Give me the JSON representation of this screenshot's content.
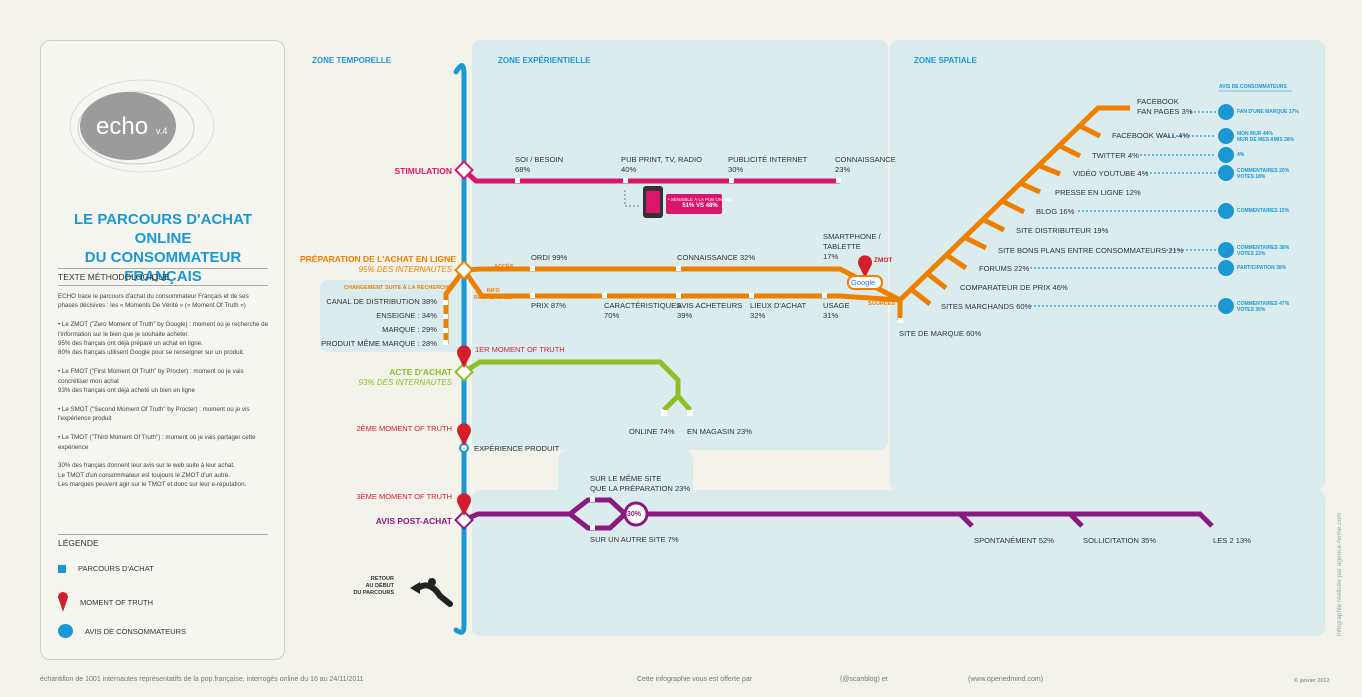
{
  "logo": {
    "text": "echo",
    "version": "v.4"
  },
  "title": {
    "line1": "LE PARCOURS D'ACHAT ONLINE",
    "line2": "DU CONSOMMATEUR FRANÇAIS"
  },
  "sidebar": {
    "method_heading": "TEXTE MÉTHODOLOGIQUE",
    "method_text": "ECHO trace le parcours d'achat du consommateur Français et de ses phases décisives : les « Moments De Vérité » (« Moment Of Truth »)\n\n• Le ZMOT (\"Zero Moment of Truth\" by Google) : moment où je recherche de l'information sur le bien que je souhaite acheter.\n95% des français ont déjà préparé un achat en ligne.\n80% des français utilisent Google pour se renseigner sur un produit.\n\n• Le FMOT (\"First Moment Of Truth\" by Procter) : moment où je vais concrétiser mon achat\n93% des français ont déjà acheté un bien en ligne\n\n• Le SMOT (\"Second Moment Of Truth\" by Procter) : moment où je vis l'expérience produit\n\n• Le TMOT (\"Third Moment Of Truth\") : moment où je vais partager cette expérience\n\n30% des français donnent leur avis sur le web suite à leur achat.\nLe TMOT d'un consommateur est toujours le ZMOT d'un autre.\nLes marques peuvent agir sur le TMOT et donc sur leur e-réputation.",
    "legend_heading": "LÉGENDE",
    "legend": [
      "PARCOURS D'ACHAT",
      "MOMENT OF TRUTH",
      "AVIS DE CONSOMMATEURS"
    ]
  },
  "zones": {
    "temporelle": "ZONE TEMPORELLE",
    "experientielle": "ZONE EXPÉRIENTIELLE",
    "spatiale": "ZONE SPATIALE"
  },
  "stimulation": {
    "label": "STIMULATION",
    "stops": [
      {
        "name": "SOI / BESOIN",
        "pct": "68%"
      },
      {
        "name": "PUB PRINT, TV, RADIO",
        "pct": "40%"
      },
      {
        "name": "PUBLICITÉ INTERNET",
        "pct": "30%"
      },
      {
        "name": "CONNAISSANCE",
        "pct": "23%"
      }
    ],
    "mobile_note1": "• SENSIBLE À LA PUB ONLINE",
    "mobile_note2": "51% VS 48%"
  },
  "preparation": {
    "label": "PRÉPARATION DE L'ACHAT EN LIGNE",
    "sub": "95% DES INTERNAUTES",
    "acces": "ACCÈS",
    "info": "INFO\nRECHERCHÉS",
    "changement": "CHANGEMENT SUITE À LA RECHERCHE",
    "sources": "SOURCES",
    "zmot": "ZMOT",
    "google": "Google",
    "top_stops": [
      {
        "name": "ORDI 99%"
      },
      {
        "name": "CONNAISSANCE 32%"
      },
      {
        "name": "SMARTPHONE /\nTABLETTE\n17%"
      }
    ],
    "bottom_stops": [
      {
        "name": "PRIX 87%"
      },
      {
        "name": "CARACTÉRISTIQUES\n70%"
      },
      {
        "name": "AVIS ACHETEURS\n39%"
      },
      {
        "name": "LIEUX D'ACHAT\n32%"
      },
      {
        "name": "USAGE\n31%"
      }
    ],
    "changes": [
      "CANAL DE DISTRIBUTION 38%",
      "ENSEIGNE : 34%",
      "MARQUE : 29%",
      "PRODUIT MÊME MARQUE : 28%"
    ]
  },
  "spatial_stops": [
    "FACEBOOK\nFAN PAGES 3%",
    "FACEBOOK WALL 4%",
    "TWITTER 4%",
    "VIDÉO YOUTUBE 4%",
    "PRESSE EN LIGNE 12%",
    "BLOG 16%",
    "SITE DISTRIBUTEUR 19%",
    "SITE BONS PLANS ENTRE CONSOMMATEURS 21%",
    "FORUMS 22%",
    "COMPARATEUR DE PRIX 46%",
    "SITES MARCHANDS 60%",
    "SITE DE MARQUE 60%"
  ],
  "avis_header": "AVIS DE CONSOMMATEURS",
  "avis_notes": [
    "FAN D'UNE MARQUE 17%",
    "MON MUR 44%\nMUR DE MES AMIS 38%",
    "4%",
    "COMMENTAIRES 20%\nVOTES 18%",
    "COMMENTAIRES 15%",
    "COMMENTAIRES 38%\nVOTES 22%",
    "PARTICIPATION 38%",
    "COMMENTAIRES 47%\nVOTES 36%"
  ],
  "achat": {
    "label": "ACTE D'ACHAT",
    "sub": "93% DES INTERNAUTES",
    "fmot": "1ER MOMENT OF TRUTH",
    "online": "ONLINE 74%",
    "magasin": "EN MAGASIN 23%"
  },
  "smot": {
    "label": "2ÈME MOMENT OF TRUTH",
    "experience": "EXPÉRIENCE PRODUIT"
  },
  "post": {
    "label": "AVIS POST-ACHAT",
    "tmot": "3ÈME MOMENT OF TRUTH",
    "circle": "30%",
    "same_site": "SUR LE MÊME SITE\nQUE LA PRÉPARATION 23%",
    "other_site": "SUR UN AUTRE SITE 7%",
    "stops": [
      "SPONTANÉMENT 52%",
      "SOLLICITATION 35%",
      "LES 2 13%"
    ]
  },
  "retour": "RETOUR\nAU DÉBUT\nDU PARCOURS",
  "footer": {
    "sample": "échantillon de 1001 internautes représentatifs de la pop.française, interrogés online du 16 au 24/11/2011",
    "offered": "Cette infographie vous est offerte par",
    "scanblog": "(@scanblog) et",
    "website": "(www.openedmind.com)",
    "date": "© janvier 2012",
    "credit": "infographie réalisée par agence-home.com"
  },
  "colors": {
    "blue": "#1a98d5",
    "pink": "#d8176b",
    "orange": "#ee7f00",
    "green": "#8bbf26",
    "purple": "#8a1a80",
    "red": "#d41f2b"
  }
}
